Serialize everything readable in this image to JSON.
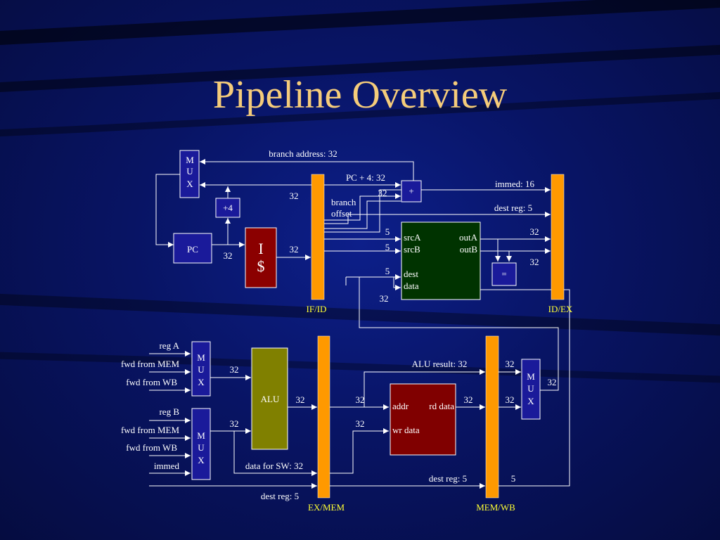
{
  "title": "Pipeline Overview",
  "colors": {
    "title": "#f5cc7a",
    "pipeline_register": "#ff9900",
    "blue_box": "#1a1a9a",
    "icache": "#8b0000",
    "regfile": "#003300",
    "alu": "#808000",
    "dmem": "#800000",
    "register_label": "#ffff33"
  },
  "blocks": {
    "mux_text": [
      "M",
      "U",
      "X"
    ],
    "plus4": "+4",
    "pc": "PC",
    "icache": [
      "I",
      "$"
    ],
    "adder": "+",
    "equals": "=",
    "alu": "ALU"
  },
  "regfile": {
    "srcA": "srcA",
    "srcB": "srcB",
    "dest": "dest",
    "data": "data",
    "outA": "outA",
    "outB": "outB"
  },
  "dmem": {
    "addr": "addr",
    "rd_data": "rd data",
    "wr_data": "wr data"
  },
  "registers": {
    "if_id": "IF/ID",
    "id_ex": "ID/EX",
    "ex_mem": "EX/MEM",
    "mem_wb": "MEM/WB"
  },
  "labels": {
    "branch_address": "branch address: 32",
    "pc_plus4": "PC + 4:  32",
    "immed": "immed: 16",
    "dest_reg_top": "dest reg: 5",
    "branch": "branch",
    "offset": "offset",
    "reg_a": "reg A",
    "fwd_from_mem": "fwd from MEM",
    "fwd_from_wb": "fwd from WB",
    "reg_b": "reg B",
    "immed_in": "immed",
    "alu_result": "ALU result: 32",
    "data_for_sw": "data for SW:  32",
    "dest_reg": "dest reg: 5",
    "w32": "32",
    "w5": "5"
  }
}
